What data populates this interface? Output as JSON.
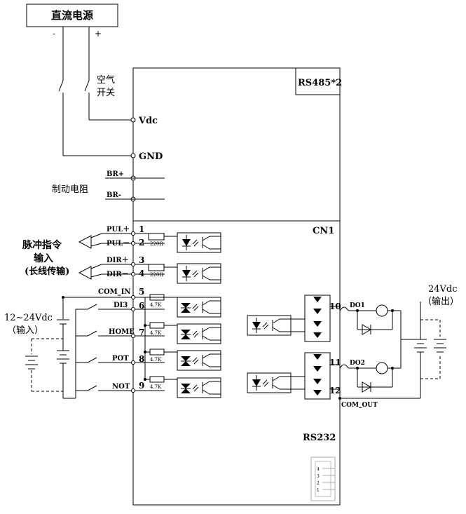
{
  "power_supply": {
    "title": "直流电源",
    "minus": "-",
    "plus": "+"
  },
  "air_switch": {
    "line1": "空气",
    "line2": "开关"
  },
  "ports": {
    "vdc": "Vdc",
    "gnd": "GND",
    "br_plus": "BR+",
    "br_minus": "BR-"
  },
  "brake_resistor": "制动电阻",
  "rs485": "RS485*2",
  "cn1": "CN1",
  "rs232": "RS232",
  "pulse": {
    "line1": "脉冲指令",
    "line2": "输入",
    "line3": "(长线传输)",
    "pul_plus": "PUL＋",
    "pul_minus": "PUL－",
    "dir_plus": "DIR＋",
    "dir_minus": "DIR－",
    "r220": "220Ω"
  },
  "pins": {
    "p1": "1",
    "p2": "2",
    "p3": "3",
    "p4": "4",
    "p5": "5",
    "p6": "6",
    "p7": "7",
    "p8": "8",
    "p9": "9",
    "p10": "10",
    "p11": "11",
    "p12": "12"
  },
  "inputs": {
    "com_in": "COM_IN",
    "di3": "DI3",
    "home": "HOME",
    "pot": "POT",
    "not": "NOT",
    "r47k": "4.7K"
  },
  "outputs": {
    "do1": "DO1",
    "do2": "DO2",
    "com_out": "COM_OUT"
  },
  "supply_left": {
    "line1": "12~24Vdc",
    "line2": "（输入）"
  },
  "supply_right": {
    "line1": "24Vdc",
    "line2": "（输出）"
  },
  "connector_pins": [
    "4",
    "3",
    "2",
    "1"
  ]
}
